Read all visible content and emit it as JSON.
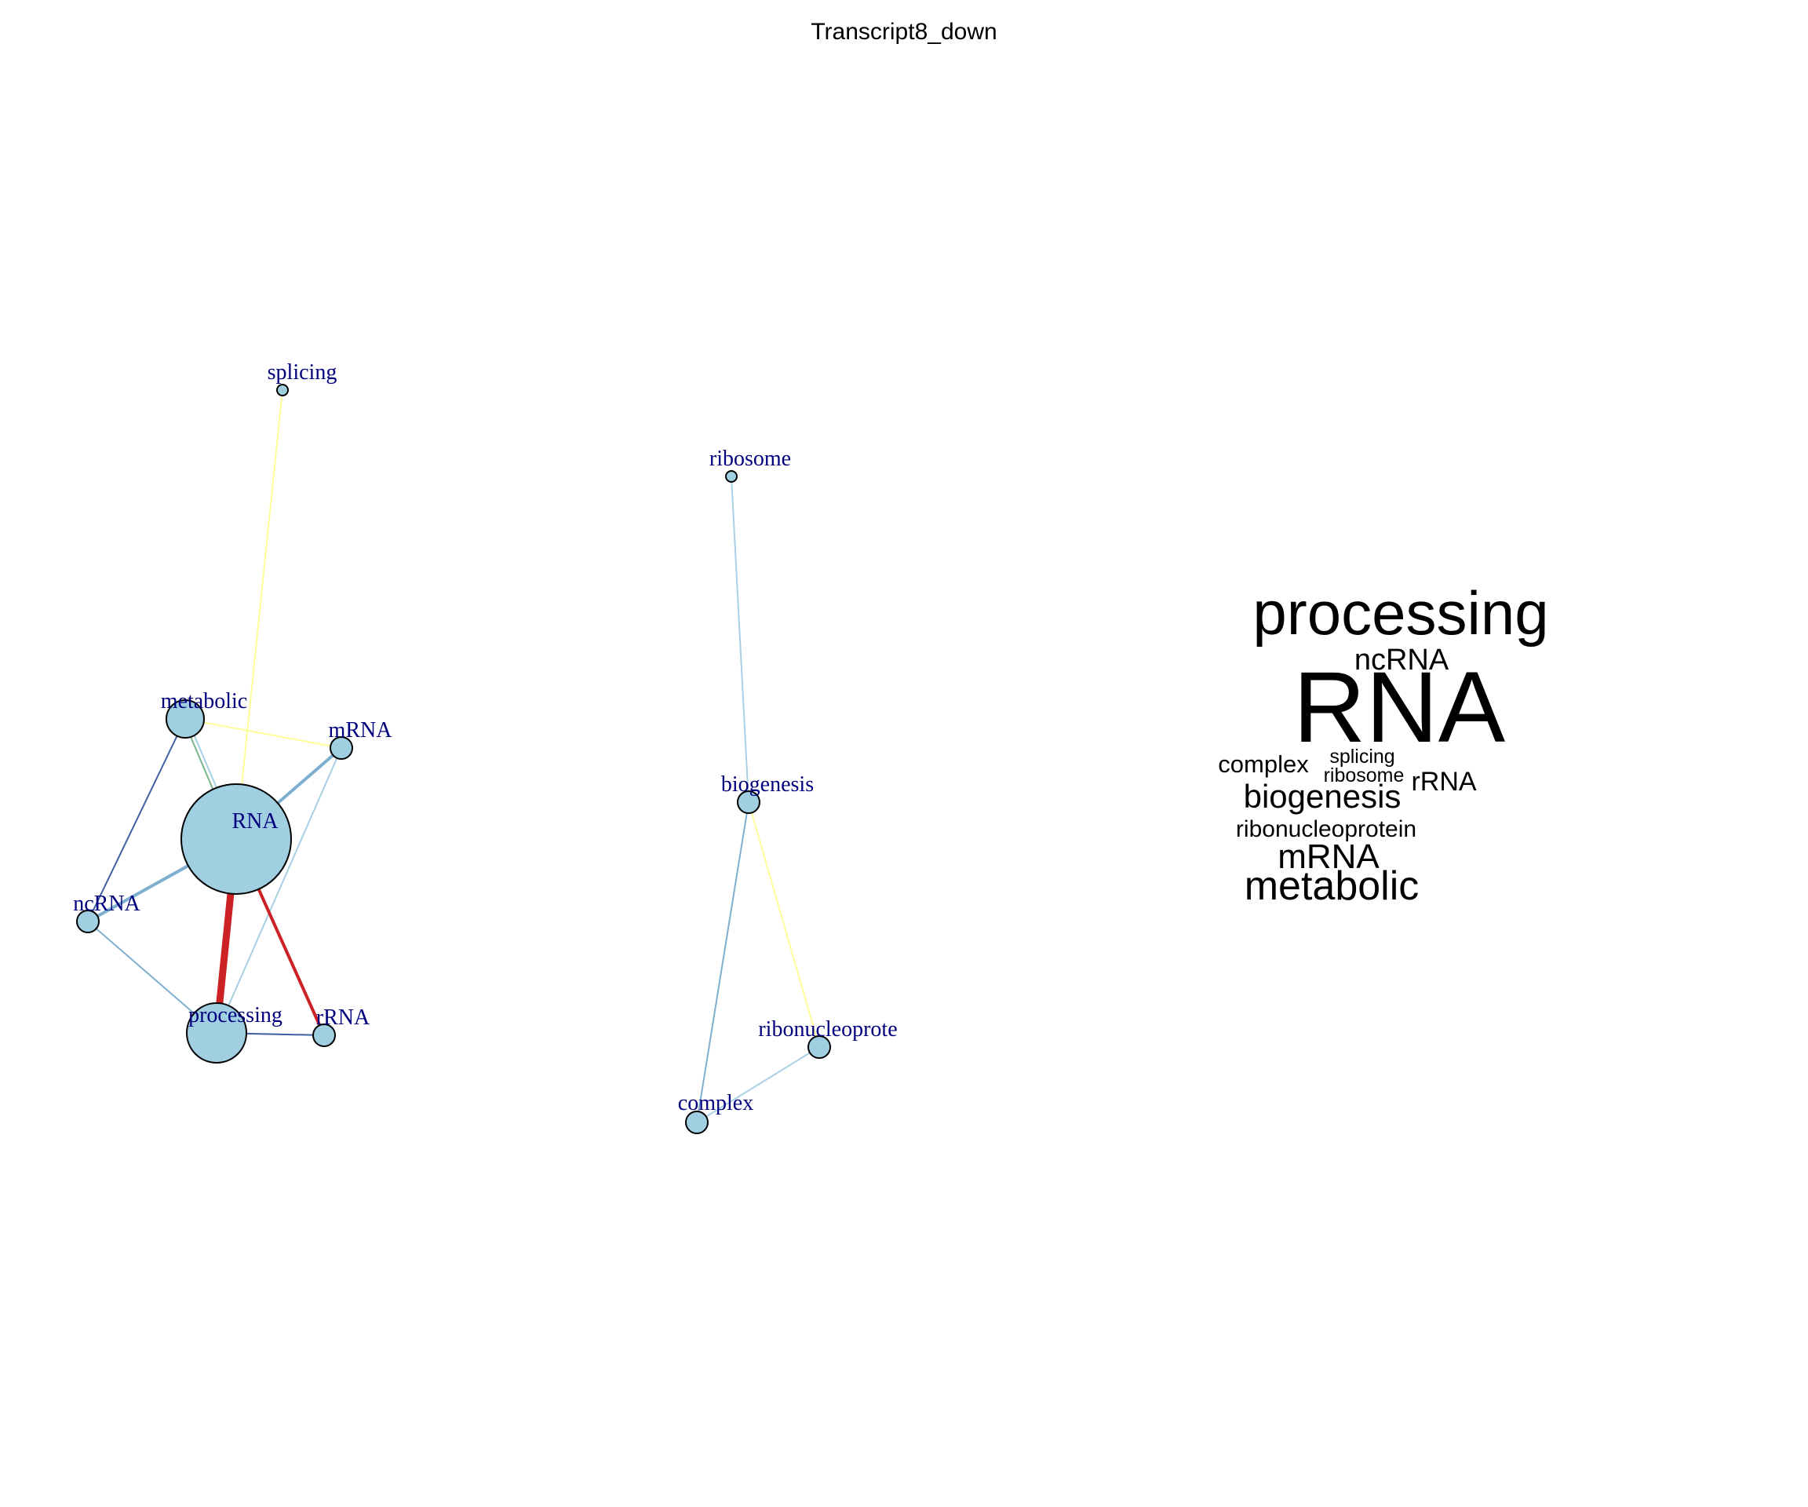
{
  "title": "Transcript8_down",
  "colors": {
    "node_fill": "#9fcfe0",
    "node_stroke": "#000000",
    "label": "#00007f",
    "edge_red": "#cc2226",
    "edge_darkblue": "#3f5fa3",
    "edge_midblue": "#7eaed0",
    "edge_lightblue": "#a8d0e4",
    "edge_yellow": "#ffff99",
    "edge_green": "#79b48a"
  },
  "network": {
    "nodes": [
      {
        "id": "splicing",
        "label": "splicing",
        "size": "xs"
      },
      {
        "id": "metabolic",
        "label": "metabolic",
        "size": "m"
      },
      {
        "id": "mRNA",
        "label": "mRNA",
        "size": "s"
      },
      {
        "id": "RNA",
        "label": "RNA",
        "size": "xl"
      },
      {
        "id": "ncRNA",
        "label": "ncRNA",
        "size": "s"
      },
      {
        "id": "processing",
        "label": "processing",
        "size": "l"
      },
      {
        "id": "rRNA",
        "label": "rRNA",
        "size": "s"
      },
      {
        "id": "ribosome",
        "label": "ribosome",
        "size": "xs"
      },
      {
        "id": "biogenesis",
        "label": "biogenesis",
        "size": "s"
      },
      {
        "id": "ribonucleoprote",
        "label": "ribonucleoprote",
        "size": "s"
      },
      {
        "id": "complex",
        "label": "complex",
        "size": "s"
      }
    ],
    "edges": [
      {
        "from": "splicing",
        "to": "RNA",
        "color": "yellow",
        "weight": "thin"
      },
      {
        "from": "metabolic",
        "to": "mRNA",
        "color": "yellow",
        "weight": "thin"
      },
      {
        "from": "metabolic",
        "to": "RNA",
        "color": "green",
        "weight": "double"
      },
      {
        "from": "metabolic",
        "to": "ncRNA",
        "color": "darkblue",
        "weight": "thin"
      },
      {
        "from": "mRNA",
        "to": "RNA",
        "color": "midblue",
        "weight": "medium"
      },
      {
        "from": "mRNA",
        "to": "processing",
        "color": "lightblue",
        "weight": "thin"
      },
      {
        "from": "RNA",
        "to": "ncRNA",
        "color": "midblue",
        "weight": "medium"
      },
      {
        "from": "RNA",
        "to": "processing",
        "color": "red",
        "weight": "thick"
      },
      {
        "from": "RNA",
        "to": "rRNA",
        "color": "red",
        "weight": "medium"
      },
      {
        "from": "ncRNA",
        "to": "processing",
        "color": "midblue",
        "weight": "thin"
      },
      {
        "from": "processing",
        "to": "rRNA",
        "color": "darkblue",
        "weight": "thin"
      },
      {
        "from": "ribosome",
        "to": "biogenesis",
        "color": "lightblue",
        "weight": "thin"
      },
      {
        "from": "biogenesis",
        "to": "ribonucleoprote",
        "color": "yellow",
        "weight": "thin"
      },
      {
        "from": "biogenesis",
        "to": "complex",
        "color": "midblue",
        "weight": "thin"
      },
      {
        "from": "ribonucleoprote",
        "to": "complex",
        "color": "lightblue",
        "weight": "thin"
      }
    ]
  },
  "wordcloud": {
    "words": [
      {
        "text": "processing",
        "weight": 5
      },
      {
        "text": "ncRNA",
        "weight": 3
      },
      {
        "text": "RNA",
        "weight": 10
      },
      {
        "text": "complex",
        "weight": 2
      },
      {
        "text": "splicing",
        "weight": 1
      },
      {
        "text": "ribosome",
        "weight": 1
      },
      {
        "text": "rRNA",
        "weight": 2
      },
      {
        "text": "biogenesis",
        "weight": 3
      },
      {
        "text": "ribonucleoprotein",
        "weight": 2
      },
      {
        "text": "mRNA",
        "weight": 3
      },
      {
        "text": "metabolic",
        "weight": 4
      }
    ]
  }
}
